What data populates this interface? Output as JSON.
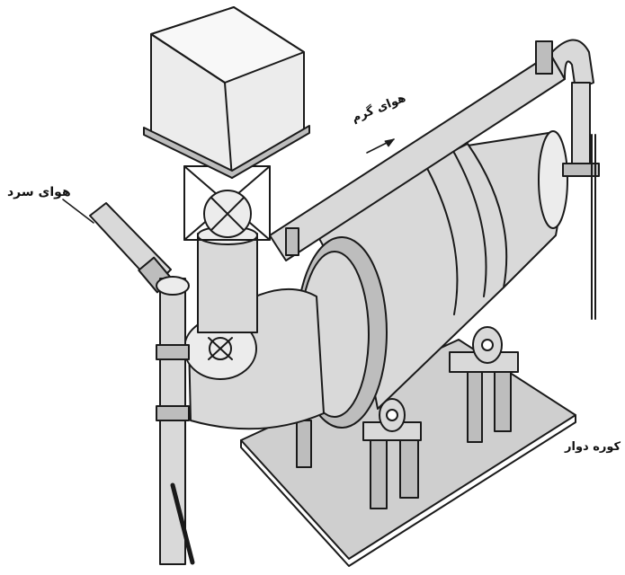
{
  "labels": {
    "cold_air": "هوای سرد",
    "hot_air": "هوای گرم",
    "rotary_kiln": ". کوره دوار"
  },
  "colors": {
    "ink": "#1a1a1a",
    "shell_fill": "#d9d9d9",
    "shade_fill": "#bdbdbd",
    "light_fill": "#ececec",
    "base_fill": "#cfcfcf"
  }
}
